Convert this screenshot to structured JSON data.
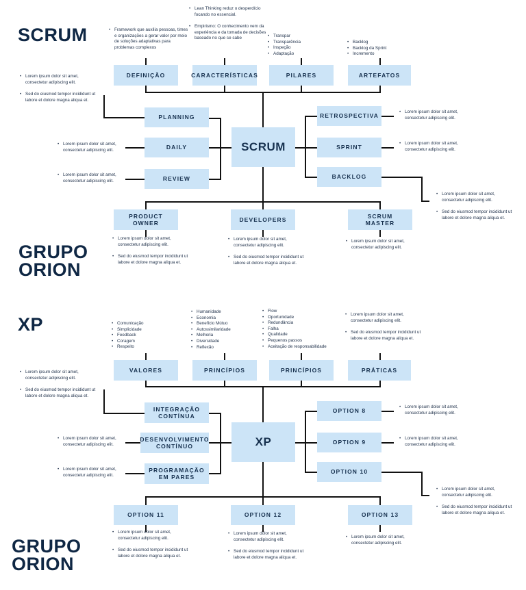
{
  "brand": {
    "scrum_title": "SCRUM",
    "xp_title": "XP",
    "org_top": [
      "GRUPO",
      "ORION"
    ],
    "org_bottom": [
      "GRUPO",
      "ORION"
    ],
    "colors": {
      "box_fill": "#cce4f7",
      "title_navy": "#0f2744",
      "line": "#111111"
    }
  },
  "scrum": {
    "center": "SCRUM",
    "top": [
      {
        "label": "DEFINIÇÃO",
        "notes": [
          "Framework que auxilia pessoas, times e organizações a gerar valor por meio de soluções adaptativas para problemas complexos"
        ]
      },
      {
        "label": "CARACTERÍSTICAS",
        "notes": [
          "Lean Thinking reduz o desperdício focando no essencial.",
          "Empirismo: O conhecimento vem da experiência e da tomada de decisões baseado no que se sabe"
        ]
      },
      {
        "label": "PILARES",
        "notes": [
          "Transpar",
          "Transparência",
          "Inspeção",
          "Adaptação"
        ]
      },
      {
        "label": "ARTEFATOS",
        "notes": [
          "Backlog",
          "Backlog da Sprint",
          "Incremento"
        ]
      }
    ],
    "left": [
      {
        "label": "PLANNING",
        "notes": [
          "Lorem ipsum dolor sit amet, consectetur adipiscing elit.",
          "Sed do eiusmod tempor incididunt ut labore et dolore magna aliqua et."
        ]
      },
      {
        "label": "DAILY",
        "notes": [
          "Lorem ipsum dolor sit amet, consectetur adipiscing elit."
        ]
      },
      {
        "label": "REVIEW",
        "notes": [
          "Lorem ipsum dolor sit amet, consectetur adipiscing elit."
        ]
      }
    ],
    "right": [
      {
        "label": "RETROSPECTIVA",
        "notes": [
          "Lorem ipsum dolor sit amet, consectetur adipiscing elit."
        ]
      },
      {
        "label": "SPRINT",
        "notes": [
          "Lorem ipsum dolor sit amet, consectetur adipiscing elit."
        ]
      },
      {
        "label": "BACKLOG",
        "notes": [
          "Lorem ipsum dolor sit amet, consectetur adipiscing elit.",
          "Sed do eiusmod tempor incididunt ut labore et dolore magna aliqua et."
        ]
      }
    ],
    "bottom": [
      {
        "label": "PRODUCT\nOWNER",
        "notes": [
          "Lorem ipsum dolor sit amet, consectetur adipiscing elit.",
          "Sed do eiusmod tempor incididunt ut labore et dolore magna aliqua et."
        ]
      },
      {
        "label": "DEVELOPERS",
        "notes": [
          "Lorem ipsum dolor sit amet, consectetur adipiscing elit.",
          "Sed do eiusmod tempor incididunt ut labore et dolore magna aliqua et."
        ]
      },
      {
        "label": "SCRUM\nMASTER",
        "notes": [
          "Lorem ipsum dolor sit amet, consectetur adipiscing elit."
        ]
      }
    ]
  },
  "xp": {
    "center": "XP",
    "top": [
      {
        "label": "VALORES",
        "notes": [
          "Comunicação",
          "Simplicidade",
          "Feedback",
          "Coragem",
          "Respeito"
        ]
      },
      {
        "label": "PRINCÍPIOS",
        "notes": [
          "Humanidade",
          "Economia",
          "Benefício Mútuo",
          "Autossimilaridade",
          "Melhoria",
          "Diversidade",
          "Reflexão"
        ]
      },
      {
        "label": "PRINCÍPIOS",
        "notes": [
          "Flow",
          "Oportunidade",
          "Redundância",
          "Falha",
          "Qualidade",
          "Pequenos passos",
          "Aceitação de responsabilidade"
        ]
      },
      {
        "label": "PRÁTICAS",
        "notes": [
          "Lorem ipsum dolor sit amet, consectetur adipiscing elit.",
          "Sed do eiusmod tempor incididunt ut labore et dolore magna aliqua et."
        ]
      }
    ],
    "left": [
      {
        "label": "INTEGRAÇÃO\nCONTÍNUA",
        "notes": [
          "Lorem ipsum dolor sit amet, consectetur adipiscing elit.",
          "Sed do eiusmod tempor incididunt ut labore et dolore magna aliqua et."
        ]
      },
      {
        "label": "DESENVOLVIMENTO\nCONTÍNUO",
        "notes": [
          "Lorem ipsum dolor sit amet, consectetur adipiscing elit."
        ]
      },
      {
        "label": "PROGRAMAÇÃO\nEM PARES",
        "notes": [
          "Lorem ipsum dolor sit amet, consectetur adipiscing elit."
        ]
      }
    ],
    "right": [
      {
        "label": "OPTION 8",
        "notes": [
          "Lorem ipsum dolor sit amet, consectetur adipiscing elit."
        ]
      },
      {
        "label": "OPTION 9",
        "notes": [
          "Lorem ipsum dolor sit amet, consectetur adipiscing elit."
        ]
      },
      {
        "label": "OPTION 10",
        "notes": [
          "Lorem ipsum dolor sit amet, consectetur adipiscing elit.",
          "Sed do eiusmod tempor incididunt ut labore et dolore magna aliqua et."
        ]
      }
    ],
    "bottom": [
      {
        "label": "OPTION 11",
        "notes": [
          "Lorem ipsum dolor sit amet, consectetur adipiscing elit.",
          "Sed do eiusmod tempor incididunt ut labore et dolore magna aliqua et."
        ]
      },
      {
        "label": "OPTION 12",
        "notes": [
          "Lorem ipsum dolor sit amet, consectetur adipiscing elit.",
          "Sed do eiusmod tempor incididunt ut labore et dolore magna aliqua et."
        ]
      },
      {
        "label": "OPTION 13",
        "notes": [
          "Lorem ipsum dolor sit amet, consectetur adipiscing elit."
        ]
      }
    ]
  }
}
